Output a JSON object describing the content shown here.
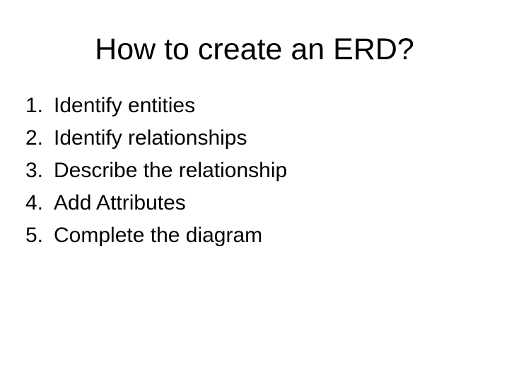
{
  "slide": {
    "title": "How to create an ERD?",
    "background_color": "#FFFFFF",
    "text_color": "#000000",
    "steps": [
      {
        "marker": "1.",
        "label": "Identify entities"
      },
      {
        "marker": "2.",
        "label": "Identify relationships"
      },
      {
        "marker": "3.",
        "label": "Describe the relationship"
      },
      {
        "marker": "4.",
        "label": "Add Attributes"
      },
      {
        "marker": "5.",
        "label": "Complete the diagram"
      }
    ]
  }
}
